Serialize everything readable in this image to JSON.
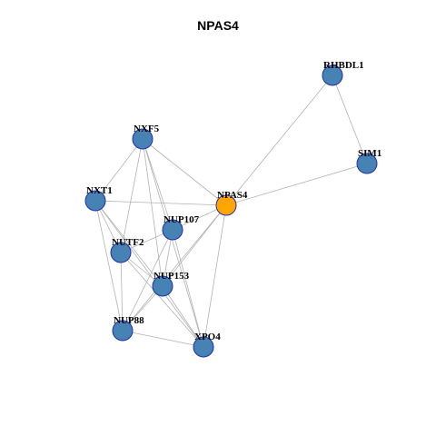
{
  "title": "NPAS4",
  "colors": {
    "query_node": "#FFA500",
    "other_node": "#4682B4",
    "node_border": "#1F2FB0",
    "edge": "#B3B3B3"
  },
  "nodes": [
    {
      "id": "NPAS4",
      "label": "NPAS4",
      "query": true
    },
    {
      "id": "RHBDL1",
      "label": "RHBDL1",
      "query": false
    },
    {
      "id": "SIM1",
      "label": "SIM1",
      "query": false
    },
    {
      "id": "NXF5",
      "label": "NXF5",
      "query": false
    },
    {
      "id": "NXT1",
      "label": "NXT1",
      "query": false
    },
    {
      "id": "NUP107",
      "label": "NUP107",
      "query": false
    },
    {
      "id": "NUTF2",
      "label": "NUTF2",
      "query": false
    },
    {
      "id": "NUP153",
      "label": "NUP153",
      "query": false
    },
    {
      "id": "NUP88",
      "label": "NUP88",
      "query": false
    },
    {
      "id": "XPO4",
      "label": "XPO4",
      "query": false
    }
  ],
  "edges": [
    [
      "RHBDL1",
      "SIM1"
    ],
    [
      "RHBDL1",
      "NPAS4"
    ],
    [
      "SIM1",
      "NPAS4"
    ],
    [
      "NXF5",
      "NPAS4"
    ],
    [
      "NXF5",
      "NXT1"
    ],
    [
      "NXF5",
      "NUTF2"
    ],
    [
      "NXF5",
      "NUP153"
    ],
    [
      "NXF5",
      "NUP107"
    ],
    [
      "NXF5",
      "XPO4"
    ],
    [
      "NXT1",
      "NPAS4"
    ],
    [
      "NXT1",
      "NUTF2"
    ],
    [
      "NXT1",
      "NUP153"
    ],
    [
      "NXT1",
      "NUP88"
    ],
    [
      "NXT1",
      "XPO4"
    ],
    [
      "NUP107",
      "NUTF2"
    ],
    [
      "NUP107",
      "NUP153"
    ],
    [
      "NUP107",
      "NUP88"
    ],
    [
      "NUP107",
      "XPO4"
    ],
    [
      "NUTF2",
      "NUP153"
    ],
    [
      "NUTF2",
      "NUP88"
    ],
    [
      "NUTF2",
      "XPO4"
    ],
    [
      "NUP153",
      "NUP88"
    ],
    [
      "NUP153",
      "XPO4"
    ],
    [
      "NUP88",
      "XPO4"
    ],
    [
      "NPAS4",
      "NUP153"
    ],
    [
      "NPAS4",
      "NUP88"
    ],
    [
      "NPAS4",
      "XPO4"
    ],
    [
      "NPAS4",
      "NUP107"
    ]
  ]
}
